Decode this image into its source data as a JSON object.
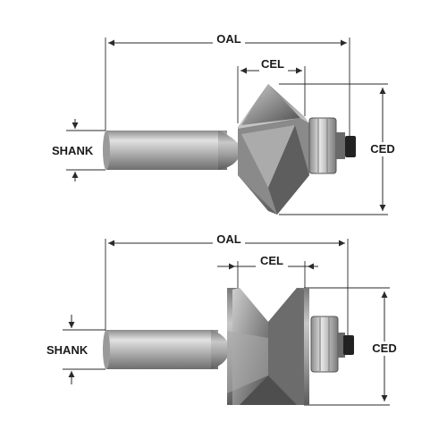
{
  "labels": {
    "oal": "OAL",
    "cel": "CEL",
    "shank": "SHANK",
    "ced": "CED"
  },
  "colors": {
    "line": "#2a2a2a",
    "steel_light": "#d8d8d8",
    "steel_mid": "#9a9a9a",
    "steel_dark": "#555555",
    "bearing": "#c9c9c9"
  }
}
